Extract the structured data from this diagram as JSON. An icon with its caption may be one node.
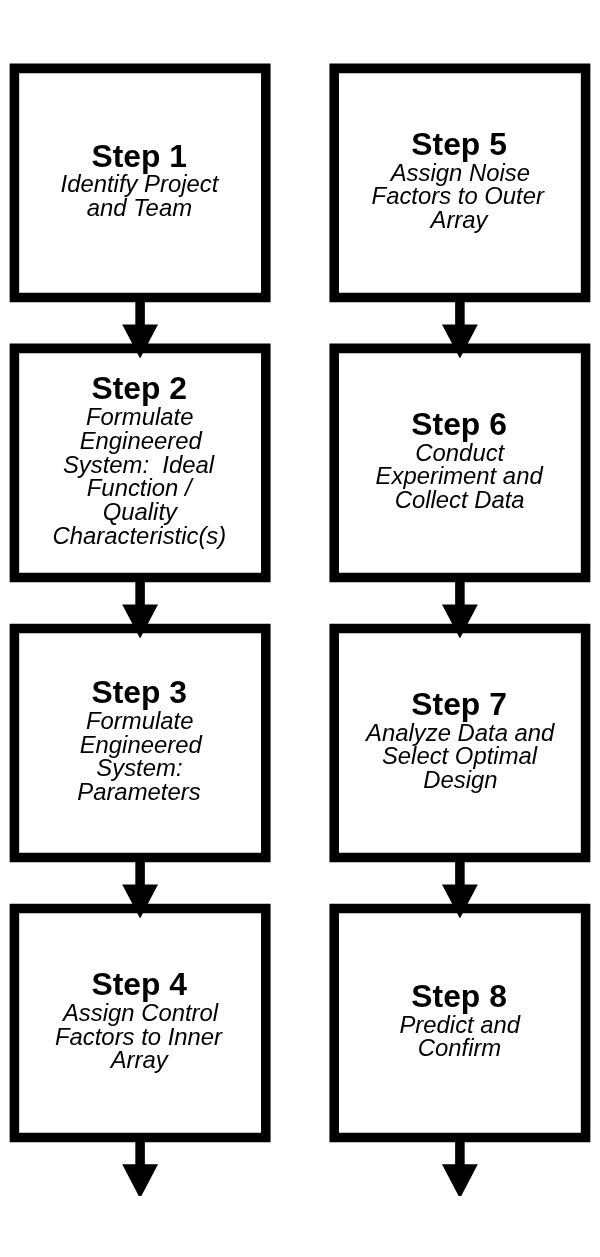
{
  "diagram": {
    "nodes": [
      {
        "text": [
          "Step 1",
          "Identify Project and Team"
        ]
      },
      {
        "text": [
          "Step 2",
          "Formulate Engineered System:  Ideal Function / Quality Characteristic(s)"
        ]
      },
      {
        "text": [
          "Step 3",
          "Formulate Engineered System: Parameters"
        ]
      },
      {
        "text": [
          "Step 4",
          "Assign Control Factors to Inner Array"
        ]
      },
      {
        "text": [
          "Step 5",
          "Assign Noise Factors to Outer Array"
        ]
      },
      {
        "text": [
          "Step 6",
          "Conduct Experiment and Collect Data"
        ]
      },
      {
        "text": [
          "Step 7",
          "Analyze Data and Select Optimal Design"
        ]
      },
      {
        "text": [
          "Step 8",
          "Predict and Confirm"
        ]
      }
    ],
    "edges": [
      {
        "from": 0,
        "to": 1,
        "arrow": "to"
      },
      {
        "from": 1,
        "to": 2,
        "arrow": "to"
      },
      {
        "from": 2,
        "to": 3,
        "arrow": "to"
      },
      {
        "from": 3,
        "to": null,
        "arrow": "to"
      },
      {
        "from": 4,
        "to": 5,
        "arrow": "to"
      },
      {
        "from": 5,
        "to": 6,
        "arrow": "to"
      },
      {
        "from": 6,
        "to": 7,
        "arrow": "to"
      },
      {
        "from": 7,
        "to": null,
        "arrow": "to"
      }
    ]
  }
}
